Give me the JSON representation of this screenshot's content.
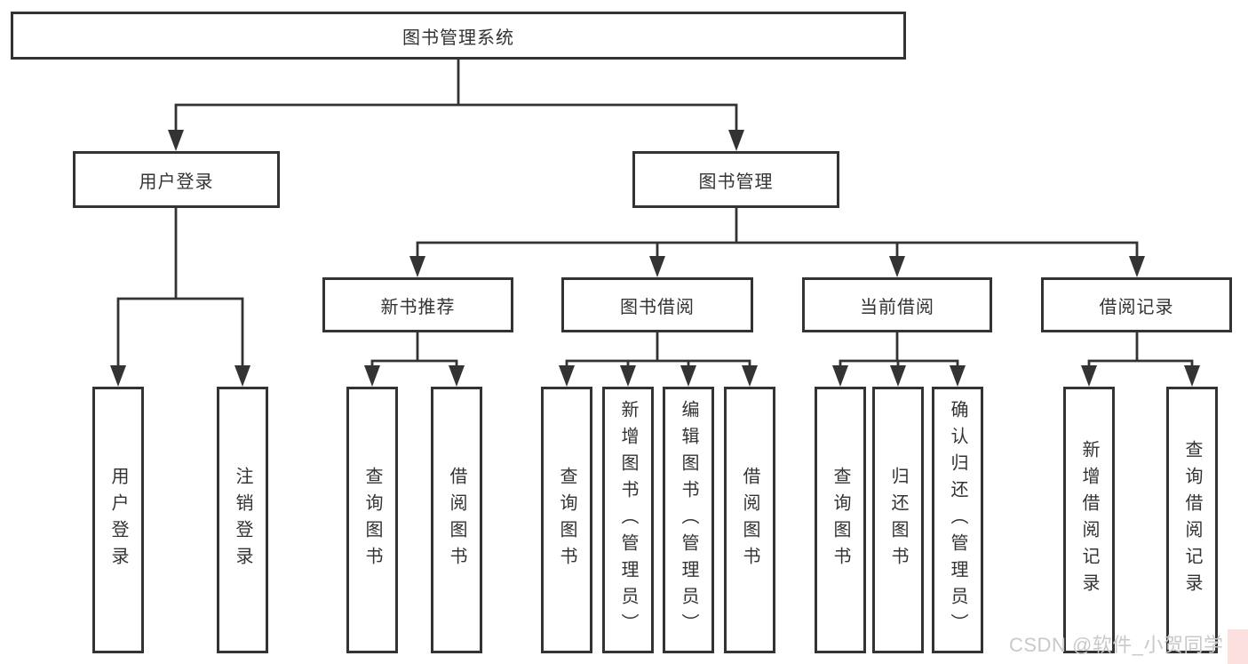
{
  "diagram": {
    "root": {
      "label": "图书管理系统"
    },
    "branches": [
      {
        "label": "用户登录",
        "children": [
          {
            "label": "用户登录"
          },
          {
            "label": "注销登录"
          }
        ]
      },
      {
        "label": "图书管理",
        "children": [
          {
            "label": "新书推荐",
            "children": [
              {
                "label": "查询图书"
              },
              {
                "label": "借阅图书"
              }
            ]
          },
          {
            "label": "图书借阅",
            "children": [
              {
                "label": "查询图书"
              },
              {
                "label": "新增图书（管理员）"
              },
              {
                "label": "编辑图书（管理员）"
              },
              {
                "label": "借阅图书"
              }
            ]
          },
          {
            "label": "当前借阅",
            "children": [
              {
                "label": "查询图书"
              },
              {
                "label": "归还图书"
              },
              {
                "label": "确认归还（管理员）"
              }
            ]
          },
          {
            "label": "借阅记录",
            "children": [
              {
                "label": "新增借阅记录"
              },
              {
                "label": "查询借阅记录"
              }
            ]
          }
        ]
      }
    ]
  },
  "watermark": {
    "text": "CSDN @软件_小贺同学"
  },
  "colors": {
    "line": "#333333",
    "border": "#333333",
    "text": "#333333",
    "background": "#ffffff",
    "watermark": "#c9c9c9",
    "watermark_glow": "#f7a6a6"
  }
}
